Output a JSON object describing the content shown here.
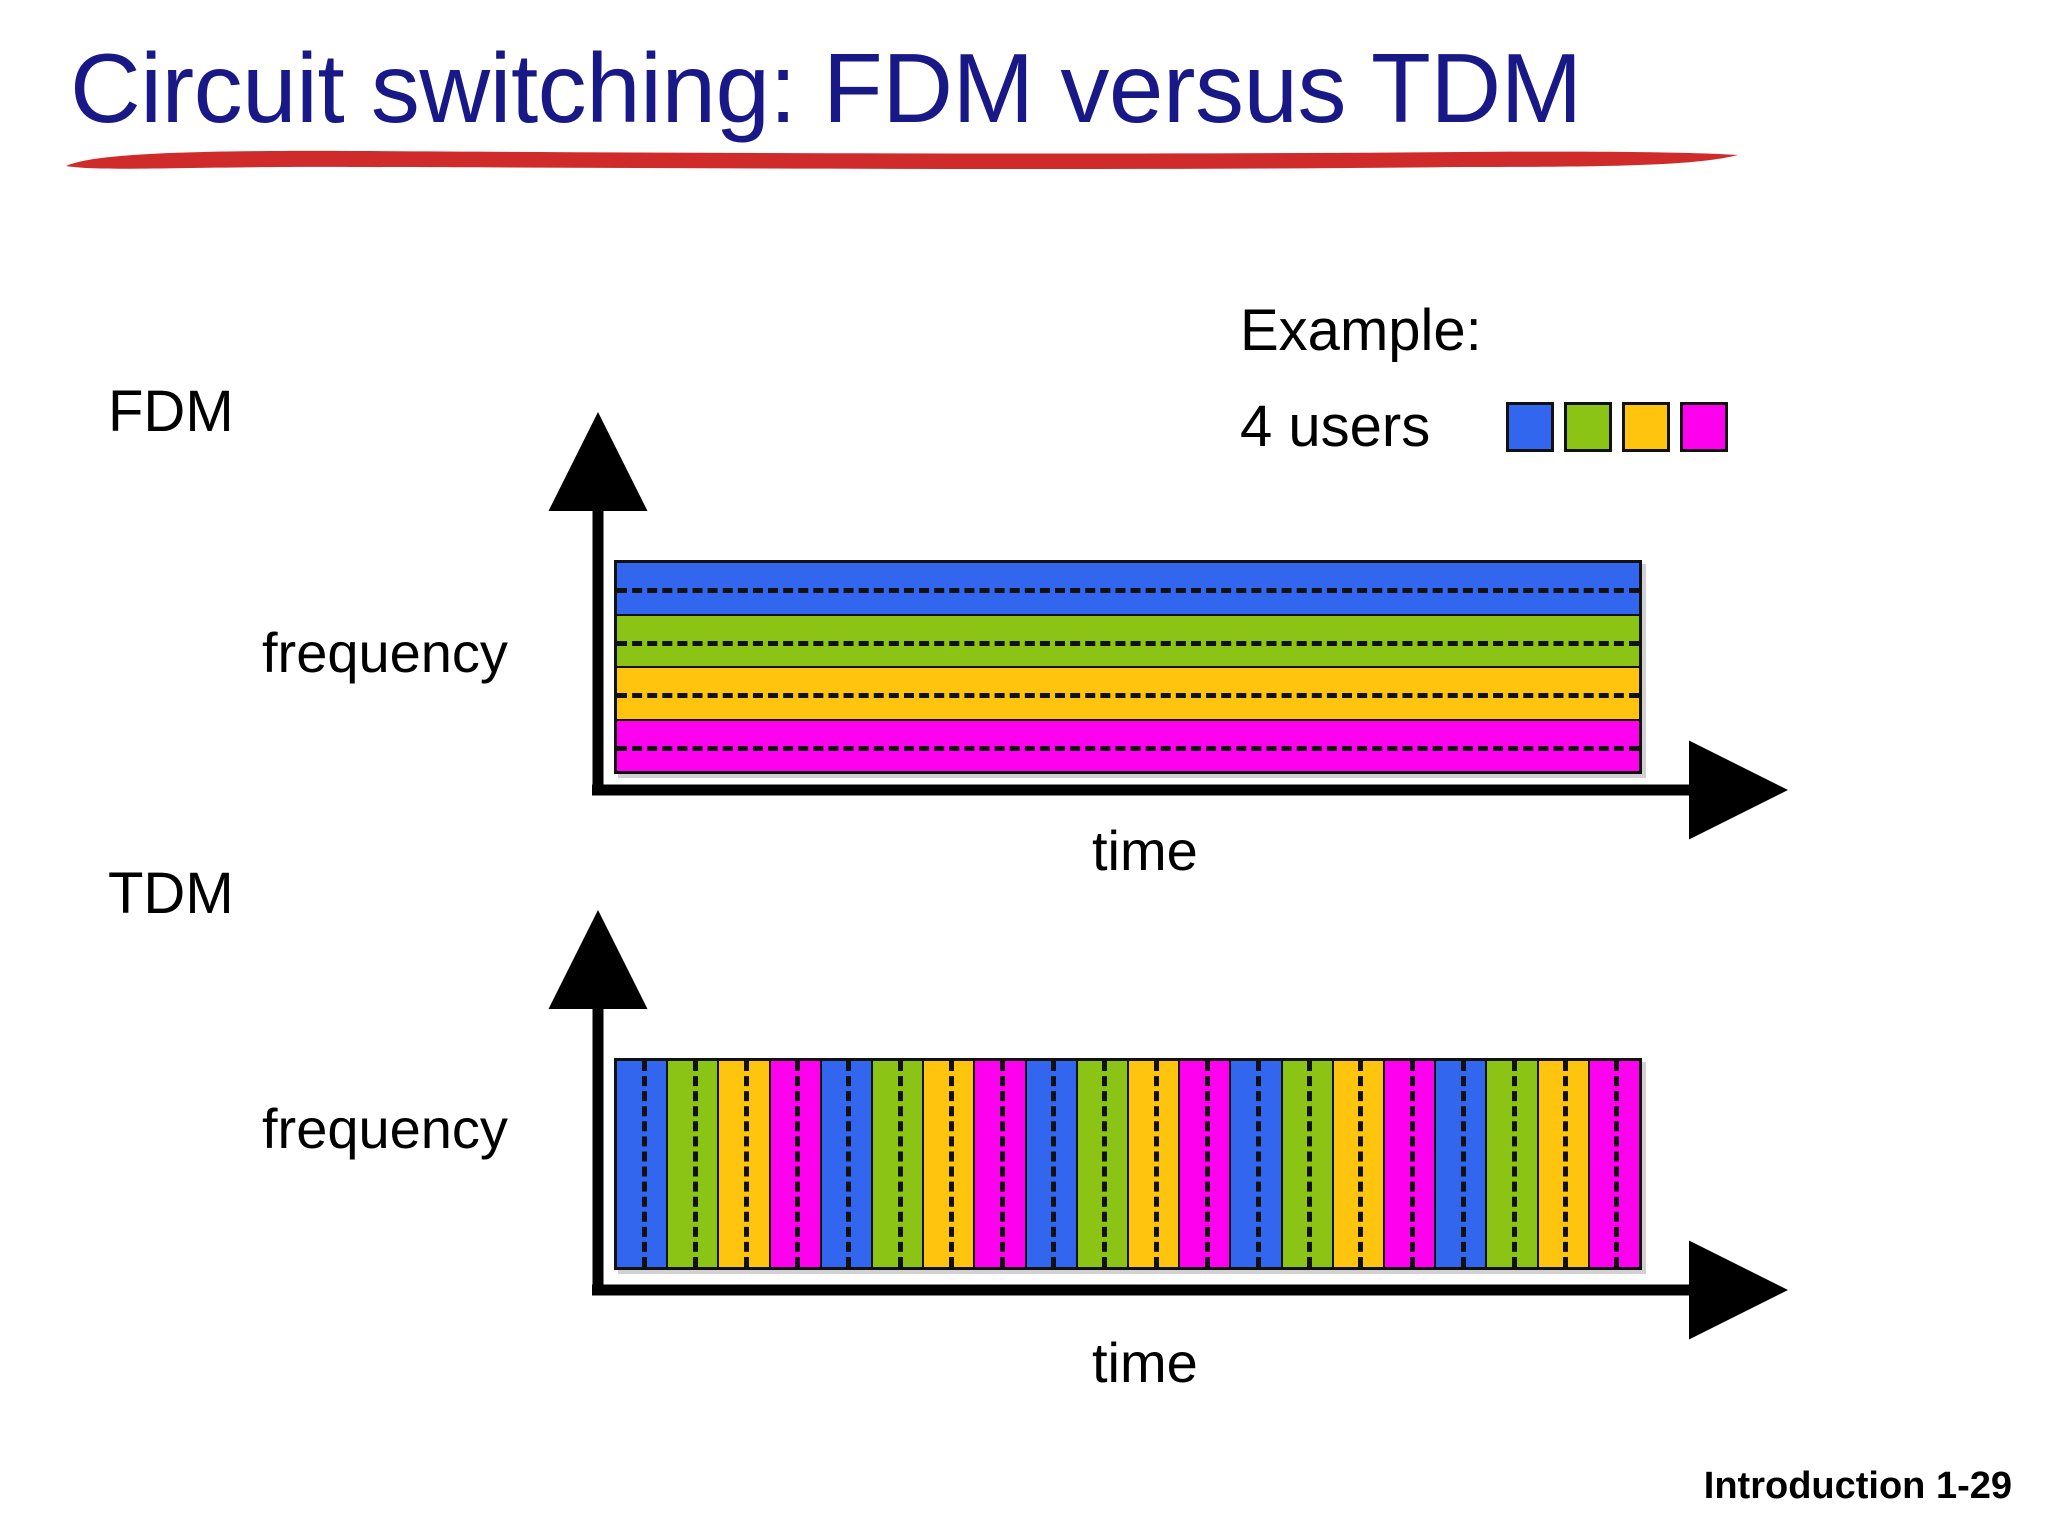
{
  "slide": {
    "title": "Circuit switching: FDM versus TDM",
    "title_color": "#181887",
    "underline_color": "#D02B2B",
    "background": "#ffffff",
    "footer": "Introduction 1-29"
  },
  "sections": {
    "fdm_label": "FDM",
    "tdm_label": "TDM"
  },
  "example": {
    "title": "Example:",
    "caption": "4 users",
    "swatches": [
      {
        "name": "user-1",
        "color": "#3366EE"
      },
      {
        "name": "user-2",
        "color": "#8CC416"
      },
      {
        "name": "user-3",
        "color": "#FFC40D"
      },
      {
        "name": "user-4",
        "color": "#FF00EE"
      }
    ]
  },
  "axes": {
    "frequency": "frequency",
    "time": "time"
  },
  "chart_data": [
    {
      "type": "area",
      "name": "FDM",
      "title": "FDM",
      "xlabel": "time",
      "ylabel": "frequency",
      "grid": false,
      "legend": "none",
      "description": "Four frequency bands each continuously allocated to one user across all time; each band bisected by a dashed center line.",
      "bands": [
        {
          "user": "user-1",
          "color": "#3366EE",
          "order": 1,
          "spans_full_time": true
        },
        {
          "user": "user-2",
          "color": "#8CC416",
          "order": 2,
          "spans_full_time": true
        },
        {
          "user": "user-3",
          "color": "#FFC40D",
          "order": 3,
          "spans_full_time": true
        },
        {
          "user": "user-4",
          "color": "#FF00EE",
          "order": 4,
          "spans_full_time": true
        }
      ]
    },
    {
      "type": "area",
      "name": "TDM",
      "title": "TDM",
      "xlabel": "time",
      "ylabel": "frequency",
      "grid": false,
      "legend": "none",
      "description": "Full frequency band time-sliced round-robin among four users; 20 slots = 5 repeating cycles of user-1..user-4, each slot bisected by a dashed center line.",
      "cycles": 5,
      "slots_per_cycle": 4,
      "slot_count": 20,
      "slot_sequence": [
        "#3366EE",
        "#8CC416",
        "#FFC40D",
        "#FF00EE",
        "#3366EE",
        "#8CC416",
        "#FFC40D",
        "#FF00EE",
        "#3366EE",
        "#8CC416",
        "#FFC40D",
        "#FF00EE",
        "#3366EE",
        "#8CC416",
        "#FFC40D",
        "#FF00EE",
        "#3366EE",
        "#8CC416",
        "#FFC40D",
        "#FF00EE"
      ]
    }
  ]
}
